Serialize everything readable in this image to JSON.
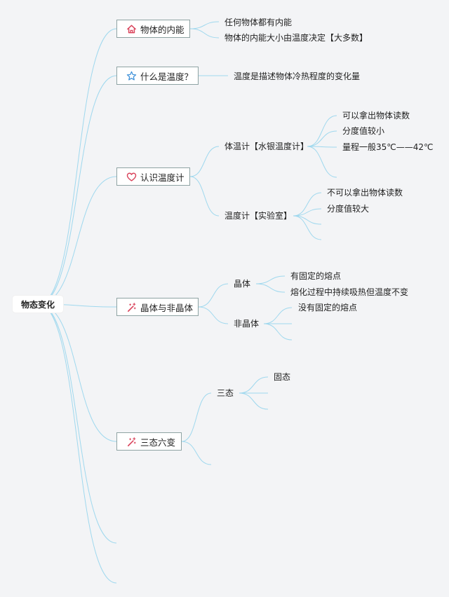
{
  "root": {
    "label": "物态变化"
  },
  "topics": [
    {
      "label": "物体的内能",
      "icon": "house-icon",
      "children": [
        {
          "label": "任何物体都有内能"
        },
        {
          "label": "物体的内能大小由温度决定【大多数】"
        }
      ]
    },
    {
      "label": "什么是温度？",
      "icon": "star-icon",
      "children": [
        {
          "label": "温度是描述物体冷热程度的变化量"
        }
      ]
    },
    {
      "label": "认识温度计",
      "icon": "heart-icon",
      "children": [
        {
          "label": "体温计【水银温度计】",
          "children": [
            {
              "label": "可以拿出物体读数"
            },
            {
              "label": "分度值较小"
            },
            {
              "label": "量程一般35℃——42℃"
            },
            {
              "label": ""
            }
          ]
        },
        {
          "label": "温度计【实验室】",
          "children": [
            {
              "label": "不可以拿出物体读数"
            },
            {
              "label": "分度值较大"
            },
            {
              "label": ""
            },
            {
              "label": ""
            }
          ]
        }
      ]
    },
    {
      "label": "晶体与非晶体",
      "icon": "magic-wand-icon",
      "children": [
        {
          "label": "晶体",
          "children": [
            {
              "label": "有固定的熔点"
            },
            {
              "label": "熔化过程中持续吸热但温度不变"
            }
          ]
        },
        {
          "label": "非晶体",
          "children": [
            {
              "label": "没有固定的熔点"
            },
            {
              "label": ""
            },
            {
              "label": ""
            }
          ]
        }
      ]
    },
    {
      "label": "三态六变",
      "icon": "magic-wand-icon",
      "children": [
        {
          "label": "三态",
          "children": [
            {
              "label": "固态"
            },
            {
              "label": ""
            },
            {
              "label": ""
            }
          ]
        },
        {
          "label": ""
        }
      ]
    },
    {
      "label": "",
      "icon": ""
    },
    {
      "label": "",
      "icon": ""
    }
  ],
  "colors": {
    "connector": "#9fd8ee",
    "topic_border": "#8ea3a3",
    "house_icon": "#d9435b",
    "star_icon": "#3b8fd9",
    "heart_icon": "#d9435b",
    "wand_icon": "#d9435b"
  }
}
